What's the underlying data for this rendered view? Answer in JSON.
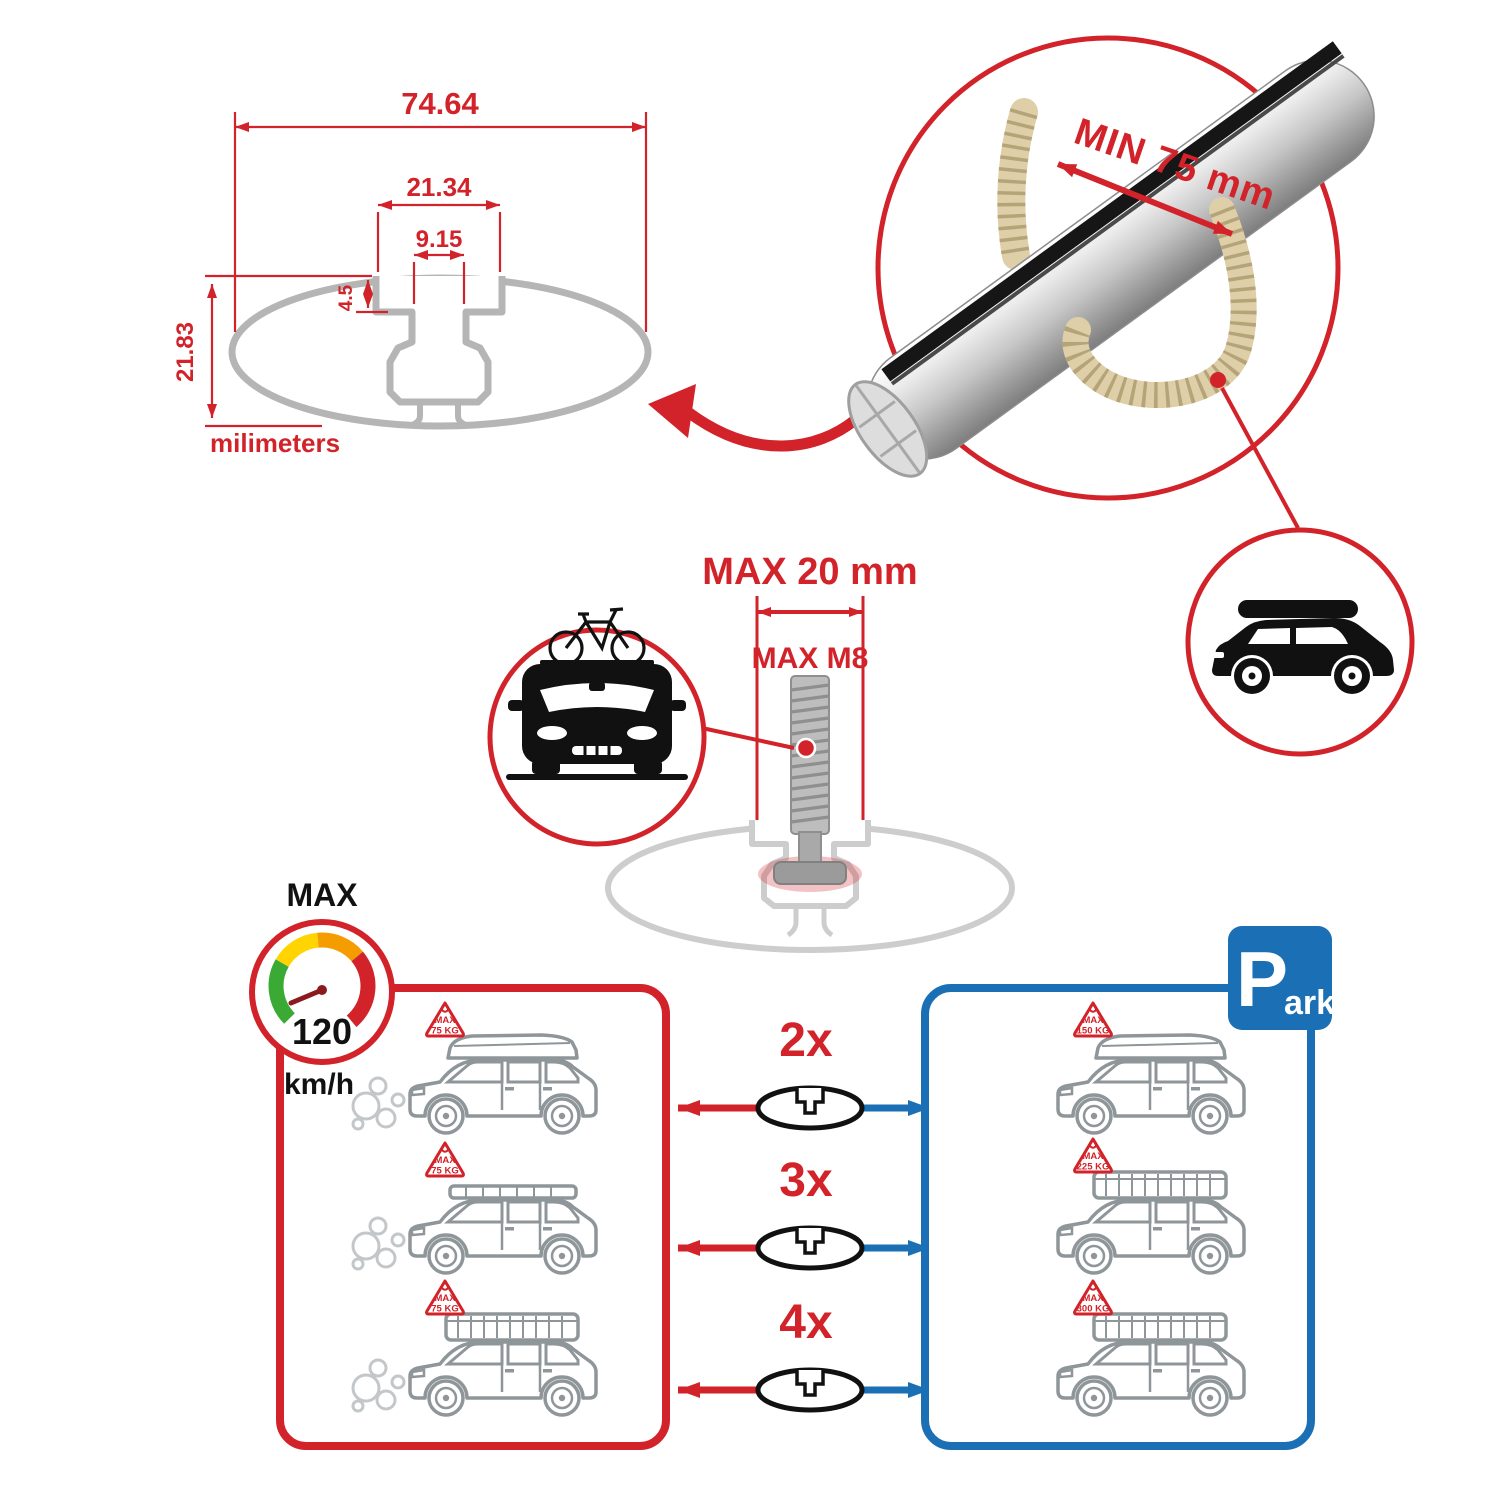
{
  "colors": {
    "red": "#d2232a",
    "blue": "#1a6fb5",
    "line_gray": "#8f9699",
    "silver": "#c4c4c4",
    "black": "#1a1a1a",
    "strap_tan": "#decfa9",
    "gauge_green": "#3aaa35",
    "gauge_yellow": "#ffd400",
    "gauge_orange": "#f59c00"
  },
  "icons": {
    "speedometer": "speedometer-gauge-icon",
    "parking": "parking-sign-icon",
    "crossbar_section": "crossbar-cross-section-icon",
    "car_roofbox": "car-with-roofbox-icon",
    "car_bike": "car-with-bike-icon"
  },
  "tech_drawing": {
    "total_width": "74.64",
    "slot_outer_width": "21.34",
    "slot_inner_width": "9.15",
    "slot_lip_depth": "4.5",
    "total_height": "21.83",
    "units_label": "milimeters"
  },
  "bar_detail": {
    "min_span_label": "MIN 75 mm"
  },
  "bolt_detail": {
    "max_width_label": "MAX 20 mm",
    "max_thread_label": "MAX M8"
  },
  "speed_panel": {
    "max_label": "MAX",
    "speed_value": "120",
    "speed_unit": "km/h",
    "cars": [
      {
        "tag_title": "MAX",
        "tag_load": "75 KG"
      },
      {
        "tag_title": "MAX",
        "tag_load": "75 KG"
      },
      {
        "tag_title": "MAX",
        "tag_load": "75 KG"
      }
    ]
  },
  "park_panel": {
    "sign_letter": "P",
    "sign_suffix": "ark",
    "cars": [
      {
        "tag_title": "MAX",
        "tag_load": "150 KG"
      },
      {
        "tag_title": "MAX",
        "tag_load": "225 KG"
      },
      {
        "tag_title": "MAX",
        "tag_load": "300 KG"
      }
    ]
  },
  "bar_count_rows": [
    {
      "count": "2x"
    },
    {
      "count": "3x"
    },
    {
      "count": "4x"
    }
  ]
}
